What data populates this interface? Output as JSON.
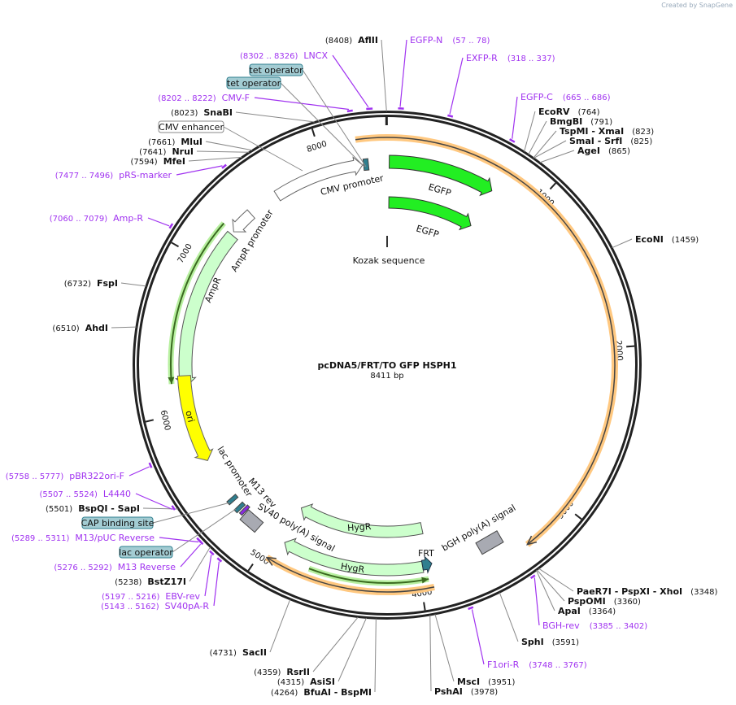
{
  "watermark": "Created by SnapGene",
  "map": {
    "title": "pcDNA5/FRT/TO GFP HSPH1",
    "length": "8411 bp"
  },
  "ticks": [
    "1000",
    "2000",
    "3000",
    "4000",
    "5000",
    "6000",
    "7000",
    "8000"
  ],
  "colors": {
    "primer": "#a032f0",
    "egfp": "#22ee22",
    "ampr": "#ccffcc",
    "ori": "#ffff00",
    "highlight": "#ffc880",
    "teal_box": "#a3ccd3",
    "terminator": "#a8aab2"
  },
  "enzymes": [
    {
      "name": "AflII",
      "pos": "8408"
    },
    {
      "name": "SnaBI",
      "pos": "8023"
    },
    {
      "name": "MluI",
      "pos": "7661"
    },
    {
      "name": "NruI",
      "pos": "7641"
    },
    {
      "name": "MfeI",
      "pos": "7594"
    },
    {
      "name": "FspI",
      "pos": "6732"
    },
    {
      "name": "AhdI",
      "pos": "6510"
    },
    {
      "name": "BspQI  - SapI",
      "pos": "5501"
    },
    {
      "name": "BstZ17I",
      "pos": "5238"
    },
    {
      "name": "SacII",
      "pos": "4731"
    },
    {
      "name": "RsrII",
      "pos": "4359"
    },
    {
      "name": "AsiSI",
      "pos": "4315"
    },
    {
      "name": "BfuAI  - BspMI",
      "pos": "4264"
    },
    {
      "name": "MscI",
      "pos": "3951"
    },
    {
      "name": "PshAI",
      "pos": "3978"
    },
    {
      "name": "SphI",
      "pos": "3591"
    },
    {
      "name": "ApaI",
      "pos": "3364"
    },
    {
      "name": "PspOMI",
      "pos": "3360"
    },
    {
      "name": "PaeR7I  - PspXI  - XhoI",
      "pos": "3348"
    },
    {
      "name": "EcoNI",
      "pos": "1459"
    },
    {
      "name": "AgeI",
      "pos": "865"
    },
    {
      "name": "SmaI  - SrfI",
      "pos": "825"
    },
    {
      "name": "TspMI  - XmaI",
      "pos": "823"
    },
    {
      "name": "BmgBI",
      "pos": "791"
    },
    {
      "name": "EcoRV",
      "pos": "764"
    }
  ],
  "primers": [
    {
      "name": "LNCX",
      "range": "8302 .. 8326"
    },
    {
      "name": "CMV-F",
      "range": "8202 .. 8222"
    },
    {
      "name": "pRS-marker",
      "range": "7477 .. 7496"
    },
    {
      "name": "Amp-R",
      "range": "7060 .. 7079"
    },
    {
      "name": "pBR322ori-F",
      "range": "5758 .. 5777"
    },
    {
      "name": "L4440",
      "range": "5507 .. 5524"
    },
    {
      "name": "M13/pUC Reverse",
      "range": "5289 .. 5311"
    },
    {
      "name": "M13 Reverse",
      "range": "5276 .. 5292"
    },
    {
      "name": "EBV-rev",
      "range": "5197 .. 5216"
    },
    {
      "name": "SV40pA-R",
      "range": "5143 .. 5162"
    },
    {
      "name": "EGFP-N",
      "range": "57 .. 78"
    },
    {
      "name": "EXFP-R",
      "range": "318 .. 337"
    },
    {
      "name": "EGFP-C",
      "range": "665 .. 686"
    },
    {
      "name": "BGH-rev",
      "range": "3385 .. 3402"
    },
    {
      "name": "F1ori-R",
      "range": "3748 .. 3767"
    }
  ],
  "boxed_features": [
    "tet operator",
    "tet operator",
    "CMV enhancer",
    "CAP binding site",
    "lac operator"
  ],
  "features": {
    "cmv_promoter": "CMV promoter",
    "egfp_1": "EGFP",
    "egfp_2": "EGFP",
    "kozak": "Kozak sequence",
    "ampr_promoter": "AmpR promoter",
    "ampr": "AmpR",
    "ori": "ori",
    "lac_promoter": "lac promoter",
    "m13_rev": "M13 rev",
    "sv40_polya": "SV40 poly(A) signal",
    "hygr_1": "HygR",
    "hygr_2": "HygR",
    "frt": "FRT",
    "bgh_polya": "bGH poly(A) signal"
  }
}
